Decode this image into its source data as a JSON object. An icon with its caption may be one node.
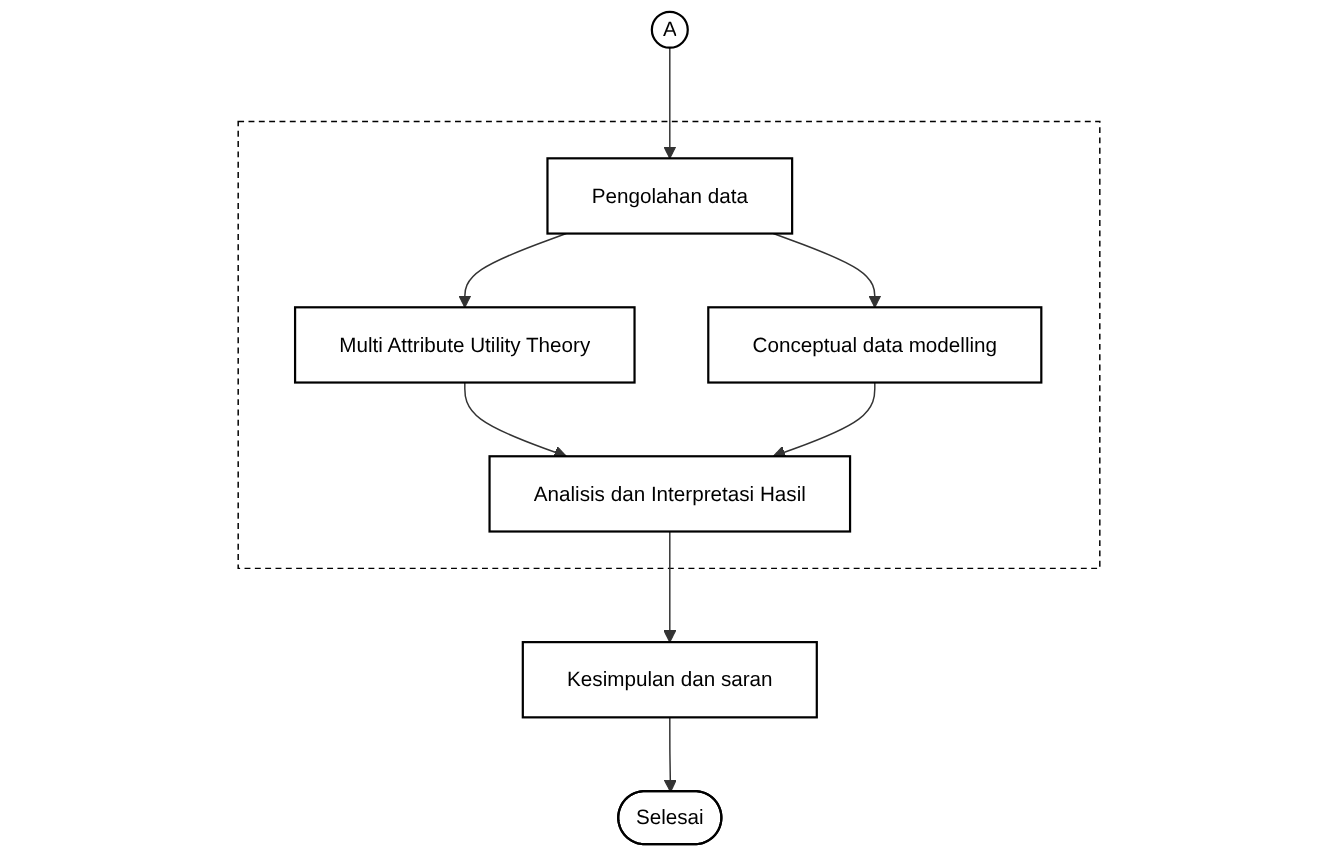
{
  "diagram": {
    "nodes": [
      {
        "text": [
          "A"
        ]
      },
      {
        "text": [],
        "shape": "box"
      },
      {
        "text": [
          "Pengolahan data"
        ],
        "in": 1
      },
      {
        "text": [
          "Multi Attribute Utility Theory"
        ],
        "in": 1
      },
      {
        "text": [
          "Conceptual data modelling"
        ],
        "in": 1
      },
      {
        "text": [
          "Analisis dan Interpretasi Hasil"
        ],
        "in": 1
      },
      {
        "text": [
          "Kesimpulan dan saran"
        ]
      },
      {
        "text": [
          "Selesai"
        ]
      }
    ],
    "edges": [
      {
        "from": 0,
        "to": 2,
        "arrow": "to"
      },
      {
        "from": 2,
        "to": 3,
        "arrow": "to"
      },
      {
        "from": 2,
        "to": 4,
        "arrow": "to"
      },
      {
        "from": 3,
        "to": 5,
        "arrow": "to"
      },
      {
        "from": 4,
        "to": 5,
        "arrow": "to"
      },
      {
        "from": 5,
        "to": 6,
        "arrow": "to"
      },
      {
        "from": 6,
        "to": 7,
        "arrow": "to"
      }
    ]
  }
}
